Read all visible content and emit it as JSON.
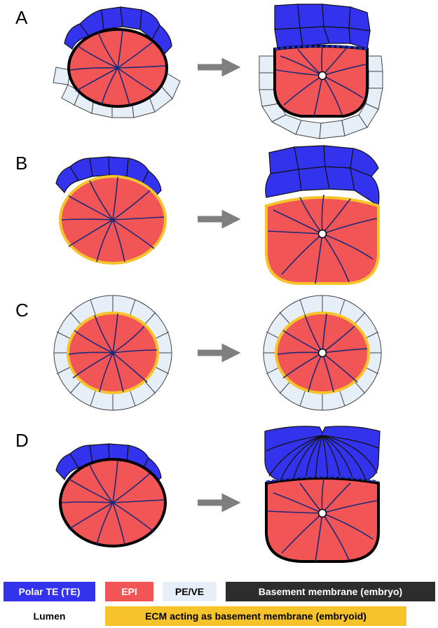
{
  "panels": [
    {
      "letter": "A"
    },
    {
      "letter": "B"
    },
    {
      "letter": "C"
    },
    {
      "letter": "D"
    }
  ],
  "legend": {
    "polar_te": "Polar TE (TE)",
    "epi": "EPI",
    "pe_ve": "PE/VE",
    "bm_embryo": "Basement membrane (embryo)",
    "lumen": "Lumen",
    "ecm": "ECM acting as basement membrane (embryoid)"
  },
  "colors": {
    "polar_te": "#3333ee",
    "epi": "#f25555",
    "pe_ve": "#e6eef7",
    "basement_membrane": "#2d2d2d",
    "ecm": "#f7c32b",
    "arrow": "#7f7f7f",
    "cell_lines": "#1c2a78"
  }
}
